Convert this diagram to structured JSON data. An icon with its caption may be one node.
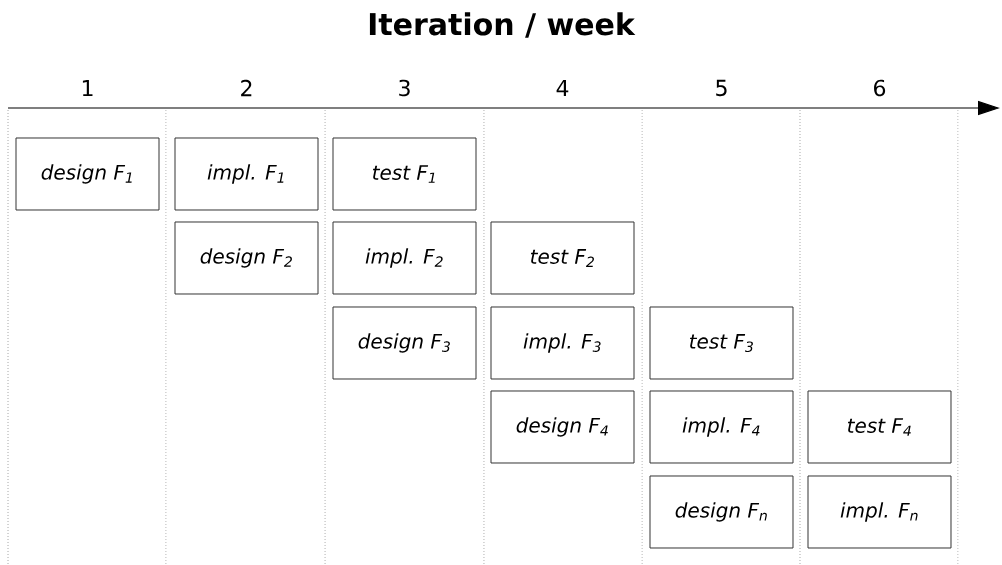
{
  "diagram": {
    "title": "Iteration / week",
    "nodes": [
      {
        "text": [
          "design F$_{1}$"
        ]
      },
      {
        "text": [
          "impl. F$_{1}$"
        ]
      },
      {
        "text": [
          "test F$_{1}$"
        ]
      },
      {
        "text": [
          "design F$_{2}$"
        ]
      },
      {
        "text": [
          "impl. F$_{2}$"
        ]
      },
      {
        "text": [
          "test F$_{2}$"
        ]
      },
      {
        "text": [
          "design F$_{3}$"
        ]
      },
      {
        "text": [
          "impl. F$_{3}$"
        ]
      },
      {
        "text": [
          "test F$_{3}$"
        ]
      },
      {
        "text": [
          "design F$_{4}$"
        ]
      },
      {
        "text": [
          "impl. F$_{4}$"
        ]
      },
      {
        "text": [
          "test F$_{4}$"
        ]
      },
      {
        "text": [
          "design F$_{n}$"
        ]
      },
      {
        "text": [
          "impl. F$_{n}$"
        ]
      }
    ],
    "labels": [
      "1",
      "2",
      "3",
      "4",
      "5",
      "6"
    ]
  }
}
